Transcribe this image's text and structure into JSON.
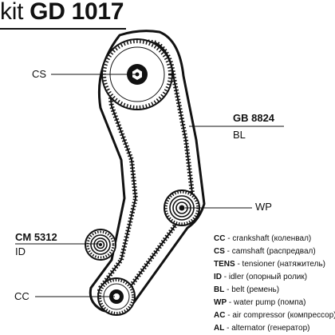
{
  "title": {
    "prefix": "kit",
    "code": "GD 1017"
  },
  "labels": {
    "cs": "CS",
    "gb_code": "GB 8824",
    "gb_sub": "BL",
    "wp": "WP",
    "cm_code": "CM 5312",
    "cm_sub": "ID",
    "cc": "CC"
  },
  "legend": [
    {
      "abbr": "CC",
      "text": " - crankshaft (коленвал)"
    },
    {
      "abbr": "CS",
      "text": " - camshaft (распредвал)"
    },
    {
      "abbr": "TENS",
      "text": " - tensioner (натяжитель)"
    },
    {
      "abbr": "ID",
      "text": " - idler (опорный ролик)"
    },
    {
      "abbr": "BL",
      "text": " - belt (ремень)"
    },
    {
      "abbr": "WP",
      "text": " - water pump (помпа)"
    },
    {
      "abbr": "AC",
      "text": " - air compressor (компрессор)"
    },
    {
      "abbr": "AL",
      "text": " - alternator (генератор)"
    }
  ],
  "colors": {
    "ink": "#111111",
    "background": "#ffffff"
  }
}
